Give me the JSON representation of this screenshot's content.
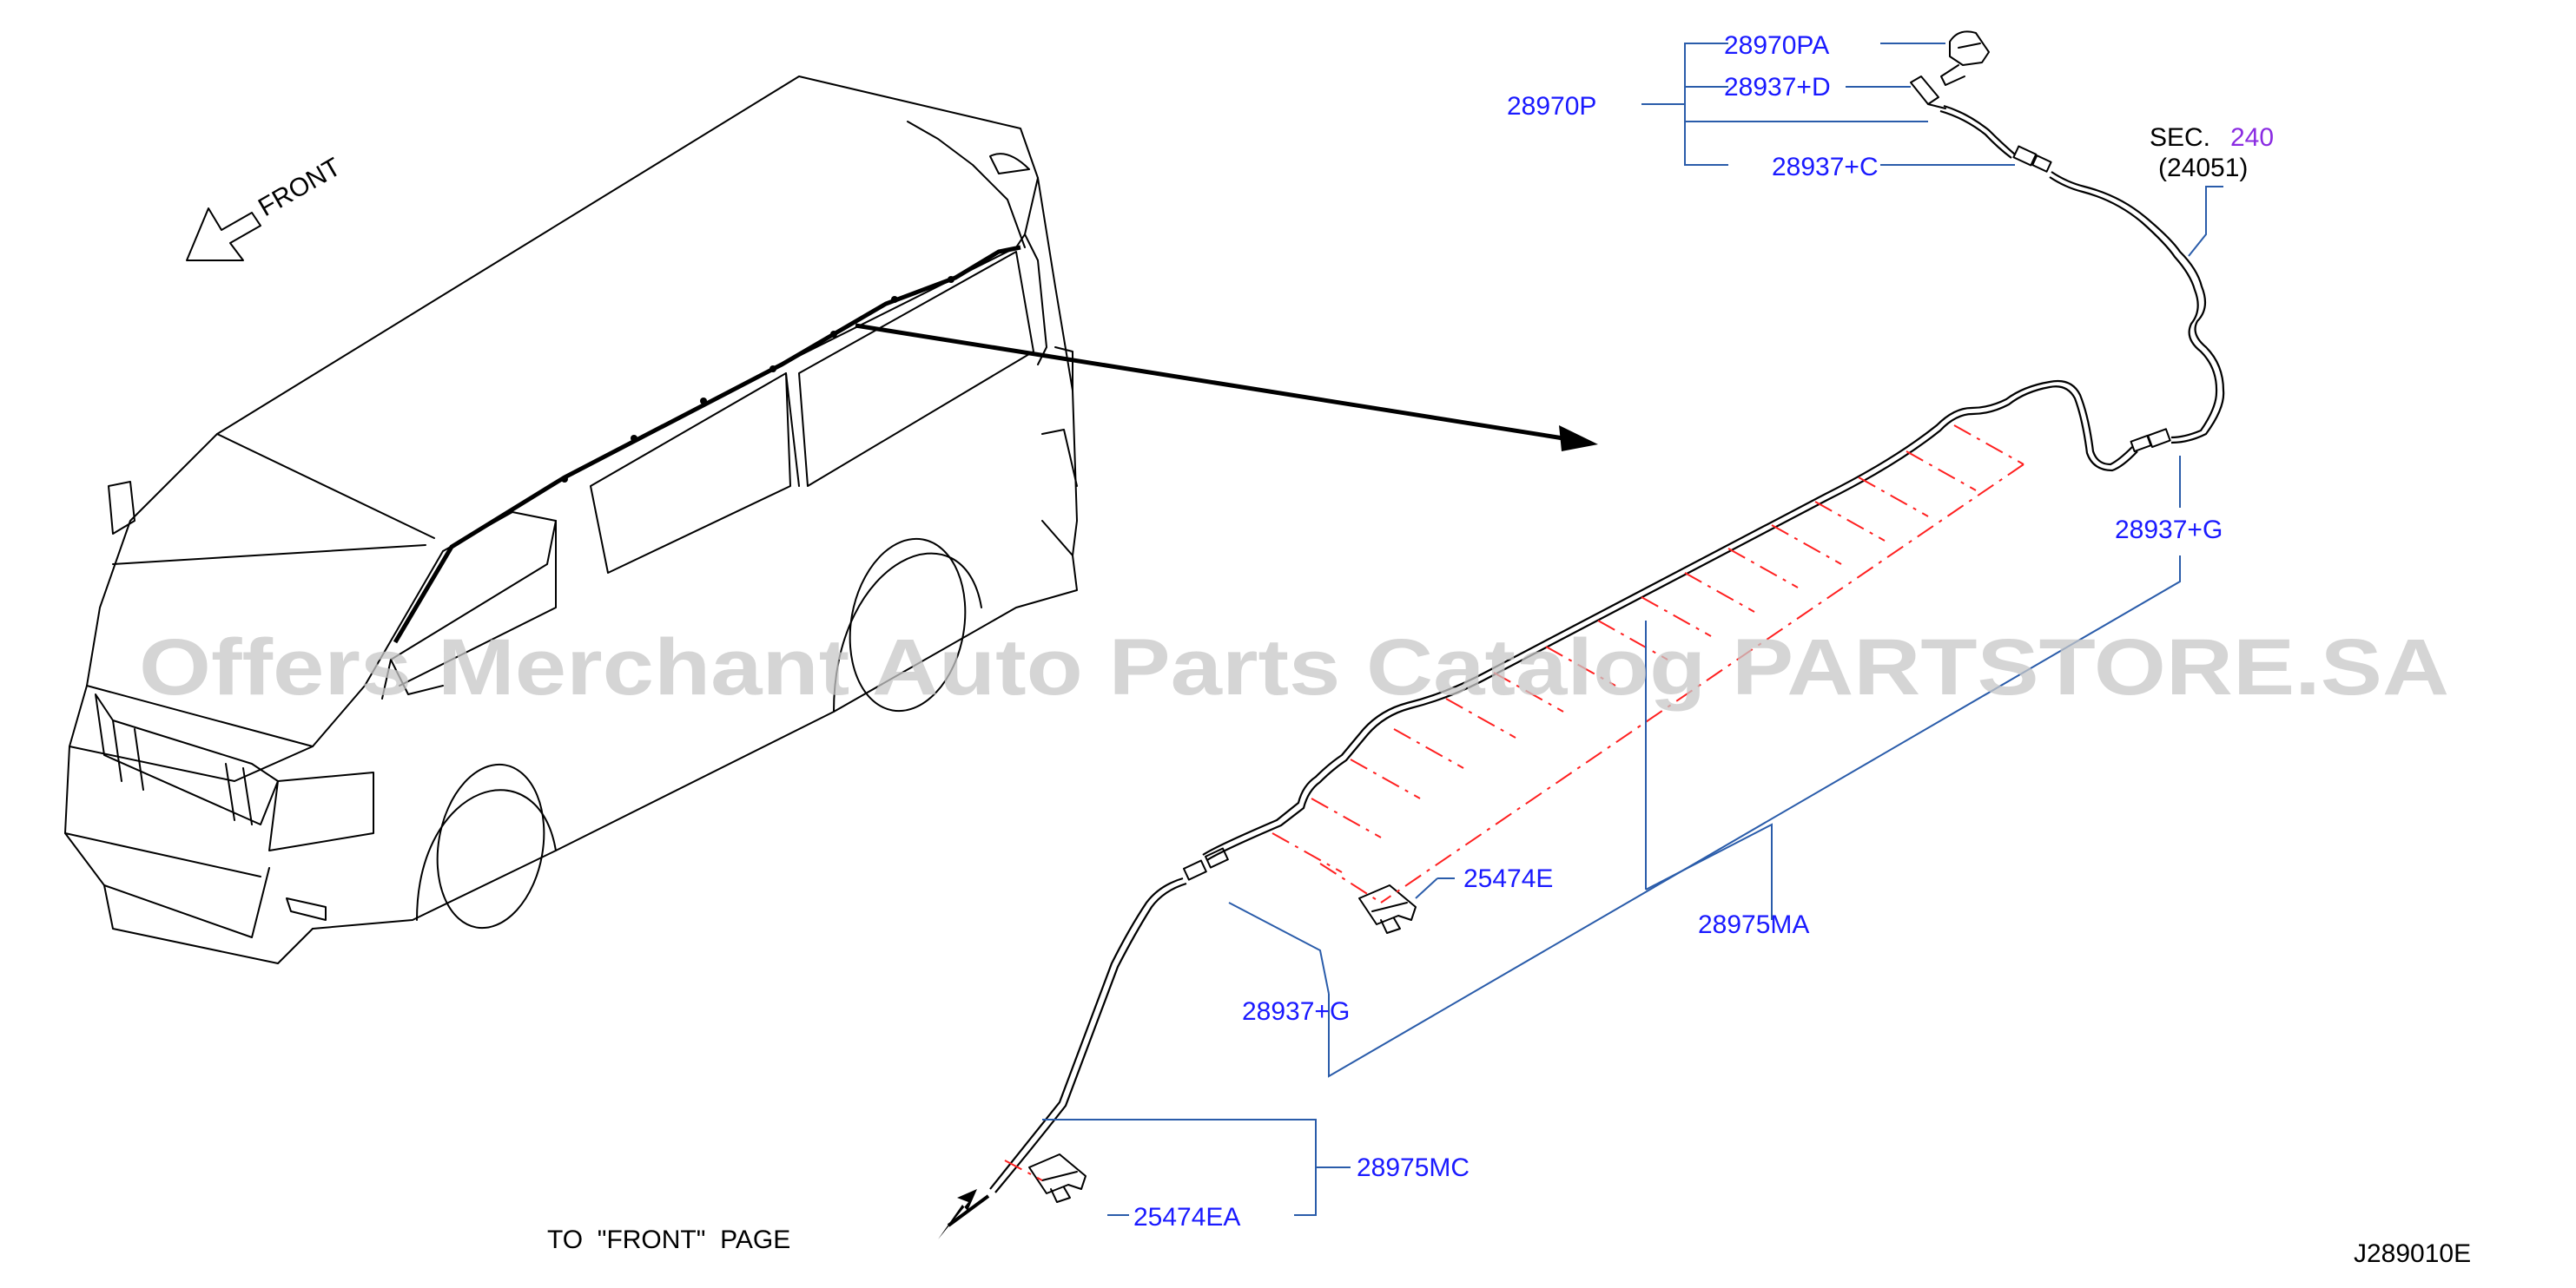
{
  "labels": {
    "front": "FRONT",
    "p_28970pa": "28970PA",
    "p_28937d": "28937+D",
    "p_28970p": "28970P",
    "p_28937c": "28937+C",
    "sec": "SEC.",
    "sec_num": "240",
    "sec_sub": "(24051)",
    "p_28937g_right": "28937+G",
    "p_25474e": "25474E",
    "p_28975ma": "28975MA",
    "p_28937g_left": "28937+G",
    "p_28975mc": "28975MC",
    "p_25474ea": "25474EA",
    "to_front_page": "TO  \"FRONT\"  PAGE",
    "diagram_code": "J289010E"
  },
  "watermark": "Offers Merchant Auto Parts Catalog PARTSTORE.SA",
  "colors": {
    "label_blue": "#1a1aff",
    "section_purple": "#8a2be2",
    "leader_line": "#2a5caa",
    "hatch_red": "#ff2020",
    "watermark_gray": "#c8c8c8"
  }
}
